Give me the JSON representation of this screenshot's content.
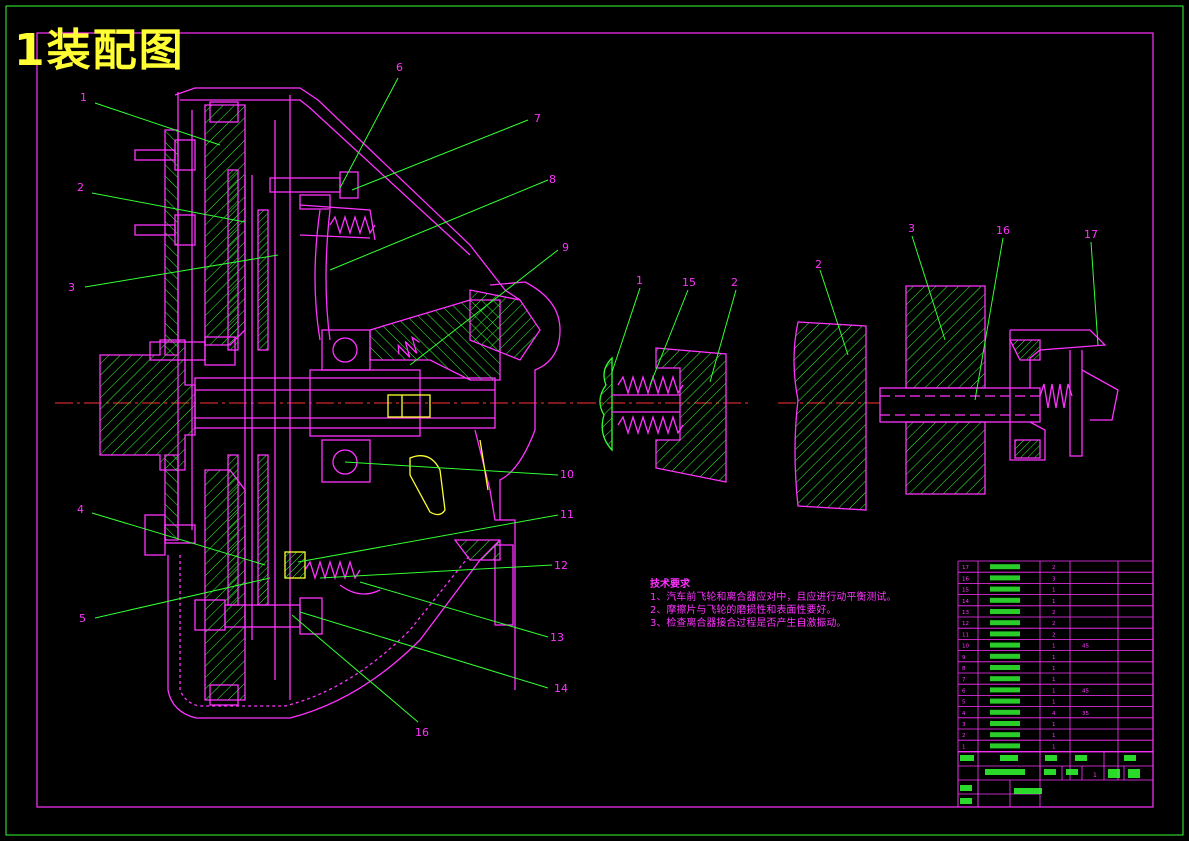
{
  "title": "1装配图",
  "colors": {
    "background": "#000000",
    "outer_frame": "#33ff33",
    "inner_frame": "#ff33ff",
    "outline": "#ff33ff",
    "hatch": "#33ff33",
    "centerline": "#ff3333",
    "leader": "#33ff33",
    "label": "#ff33ff",
    "title_text": "#ffff33",
    "highlight": "#ffff33"
  },
  "main_view": {
    "labels": [
      "1",
      "2",
      "3",
      "4",
      "5",
      "6",
      "7",
      "8",
      "9",
      "10",
      "11",
      "12",
      "13",
      "14",
      "16"
    ]
  },
  "detail_views": {
    "a_labels": [
      "1",
      "15",
      "2"
    ],
    "b_labels": [
      "2"
    ],
    "c_labels": [
      "3",
      "16",
      "17"
    ]
  },
  "technical_notes": {
    "heading": "技术要求",
    "items": [
      "1、汽车前飞轮和离合器应对中，且应进行动平衡测试。",
      "2、摩擦片与飞轮的磨损性和表面性要好。",
      "3、检查离合器接合过程是否产生自激振动。"
    ]
  },
  "bom_rows": [
    {
      "no": "17",
      "qty": "2",
      "mat": ""
    },
    {
      "no": "16",
      "qty": "3",
      "mat": ""
    },
    {
      "no": "15",
      "qty": "1",
      "mat": ""
    },
    {
      "no": "14",
      "qty": "1",
      "mat": ""
    },
    {
      "no": "13",
      "qty": "2",
      "mat": ""
    },
    {
      "no": "12",
      "qty": "2",
      "mat": ""
    },
    {
      "no": "11",
      "qty": "2",
      "mat": ""
    },
    {
      "no": "10",
      "qty": "1",
      "mat": "45"
    },
    {
      "no": "9",
      "qty": "1",
      "mat": ""
    },
    {
      "no": "8",
      "qty": "1",
      "mat": ""
    },
    {
      "no": "7",
      "qty": "1",
      "mat": ""
    },
    {
      "no": "6",
      "qty": "1",
      "mat": "45"
    },
    {
      "no": "5",
      "qty": "1",
      "mat": ""
    },
    {
      "no": "4",
      "qty": "4",
      "mat": "35"
    },
    {
      "no": "3",
      "qty": "1",
      "mat": ""
    },
    {
      "no": "2",
      "qty": "1",
      "mat": ""
    },
    {
      "no": "1",
      "qty": "1",
      "mat": ""
    }
  ],
  "title_block": {
    "scale": "1"
  }
}
